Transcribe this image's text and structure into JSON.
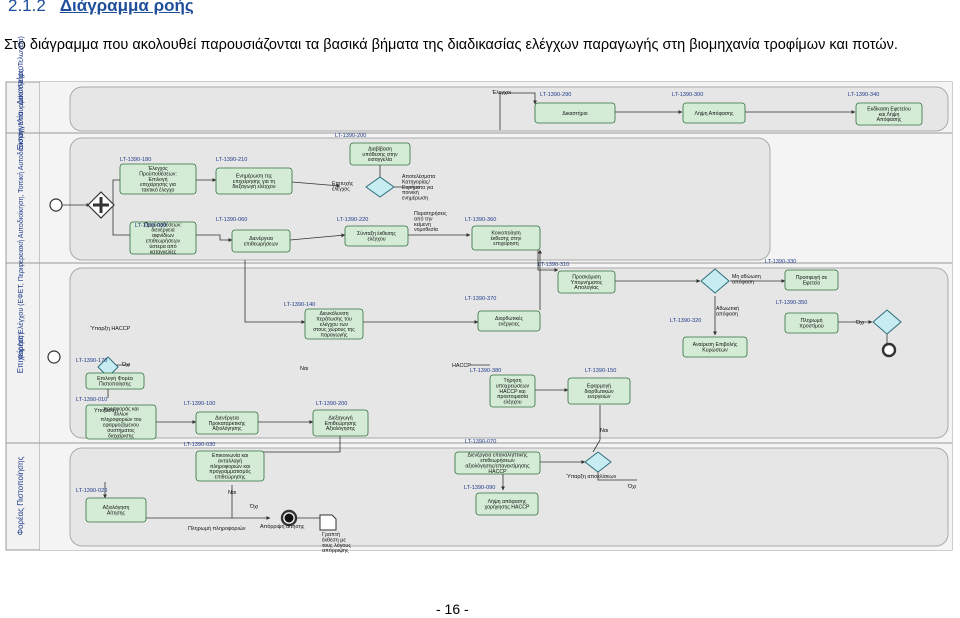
{
  "section": {
    "number": "2.1.2",
    "title": "Διάγραμμα ροής"
  },
  "intro": "Στο διάγραμμα που ακολουθεί παρουσιάζονται τα βασικά βήματα της διαδικασίας ελέγχων παραγωγής στη βιομηχανία τροφίμων και ποτών.",
  "page_number": "- 16 -",
  "colors": {
    "lane_label": "#1f3a8a",
    "task_fill": "#d4ecd6",
    "task_stroke": "#2f6f3b",
    "gateway_fill": "#c7ecf2",
    "code_text": "#1f3a8a",
    "pool_fill": "#ececec",
    "line": "#333333"
  },
  "lanes": [
    {
      "id": "lane1",
      "label": "Εισαγγελία - Δικαστήριο"
    },
    {
      "id": "lane2",
      "label": "Φορέας Ελέγχου (ΕΦΕΤ, Περιφερειακή Αυτοδιοίκηση, Τοπική Αυτοδιοίκηση, Υπουργείο Υγείας, Τελωνεία)"
    },
    {
      "id": "lane3",
      "label": "Επιχείρηση"
    },
    {
      "id": "lane4",
      "label": "Φορέας Πιστοποίησης"
    }
  ],
  "tasks": [
    {
      "id": "t_court",
      "lines": [
        "Δικαστήριο"
      ],
      "code": "LT-1390-290"
    },
    {
      "id": "t_decision",
      "lines": [
        "Λήψη Απόφασης"
      ],
      "code": "LT-1390-300"
    },
    {
      "id": "t_appeal",
      "lines": [
        "Εκδίκαση Εφετείου",
        "και Λήψη",
        "Απόφασης"
      ],
      "code": "LT-1390-340"
    },
    {
      "id": "t_conditions",
      "lines": [
        "Έλεγχος",
        "Προϋποθέσεων:",
        "Επιλογή",
        "επιχείρησης για",
        "τακτικό έλεγχο"
      ],
      "code": "LT-1390-180"
    },
    {
      "id": "t_notify",
      "lines": [
        "Ενημέρωση της",
        "επιχείρησης για τη",
        "διεξαγωγή ελέγχου"
      ],
      "code": "LT-1390-210"
    },
    {
      "id": "t_prosecutor",
      "lines": [
        "Διαβίβαση",
        "υπόθεσης στην",
        "εισαγγελία"
      ],
      "code": "LT-1390-200"
    },
    {
      "id": "t_extra",
      "lines": [
        "Προϋποθέσεων:",
        "διενέργεια",
        "αιφνίδιων",
        "επιθεωρήσεων",
        "ύστερα από",
        "καταγγελίες"
      ],
      "code": "LT-1390-080"
    },
    {
      "id": "t_inspect",
      "lines": [
        "Διενέργεια",
        "επιθεωρήσεων"
      ],
      "code": "LT-1390-060"
    },
    {
      "id": "t_report",
      "lines": [
        "Σύνταξη έκθεσης",
        "ελέγχου"
      ],
      "code": "LT-1390-220"
    },
    {
      "id": "t_send",
      "lines": [
        "Κοινοποίηση",
        "έκθεσης στην",
        "επιχείρηση"
      ],
      "code": "LT-1390-360"
    },
    {
      "id": "t_objections",
      "lines": [
        "Προσκόμιση",
        "Υπομνήματος",
        "Απολογίας"
      ],
      "code": "LT-1390-310"
    },
    {
      "id": "t_appeal_court",
      "lines": [
        "Προσφυγή σε",
        "Εφετείο"
      ],
      "code": "LT-1390-330"
    },
    {
      "id": "t_facilitate",
      "lines": [
        "Διευκόλυνση",
        "περάτωσης του",
        "ελέγχου των",
        "στους χώρους της",
        "παραγωγής"
      ],
      "code": "LT-1390-140"
    },
    {
      "id": "t_correct",
      "lines": [
        "Διορθωτικές",
        "ενέργειες"
      ],
      "code": "LT-1390-370"
    },
    {
      "id": "t_fine",
      "lines": [
        "Πληρωμή",
        "προστίμου"
      ],
      "code": "LT-1390-350"
    },
    {
      "id": "t_revoke",
      "lines": [
        "Αναίρεση Επιβολής",
        "Κυρώσεων"
      ],
      "code": "LT-1390-320"
    },
    {
      "id": "t_choose",
      "lines": [
        "Επιλογή Φορέα",
        "Πιστοποίησης"
      ],
      "code": "LT-1390-170"
    },
    {
      "id": "t_documents",
      "lines": [
        "προσφοράς και",
        "άλλων",
        "πληροφοριών του",
        "εφαρμοζόμενου",
        "συστήματος",
        "διαχείρισης"
      ],
      "code": "LT-1390-010"
    },
    {
      "id": "t_haccp_keep",
      "lines": [
        "Τήρηση",
        "υποχρεώσεων",
        "HACCP και",
        "προετοιμασία",
        "ελέγχου"
      ],
      "code": "LT-1390-380"
    },
    {
      "id": "t_apply",
      "lines": [
        "Εφαρμογή",
        "διορθωτικών",
        "ενεργειών"
      ],
      "code": "LT-1390-150"
    },
    {
      "id": "t_precheck",
      "lines": [
        "Διενέργεια",
        "Προκαταρκτικής",
        "Αξιολόγησης"
      ],
      "code": "LT-1390-100"
    },
    {
      "id": "t_eval",
      "lines": [
        "Διεξαγωγή",
        "Επιθεώρησης",
        "Αξιολόγησης"
      ],
      "code": "LT-1390-200"
    },
    {
      "id": "t_exchange",
      "lines": [
        "Επικοινωνία και",
        "ανταλλαγή",
        "πληροφοριών και",
        "προγραμματισμός",
        "επιθεώρησης"
      ],
      "code": "LT-1390-030"
    },
    {
      "id": "t_reinspect",
      "lines": [
        "Διενέργεια επαναληπτικής",
        "επιθεωρήσεων",
        "αξιολόγησης/επανεκτίμησης",
        "HACCP"
      ],
      "code": "LT-1390-070"
    },
    {
      "id": "t_request",
      "lines": [
        "Αξιολόγηση",
        "Αίτησης"
      ],
      "code": "LT-1390-020"
    },
    {
      "id": "t_certificate",
      "lines": [
        "Λήψη απόφασης",
        "χορήγησης HACCP"
      ],
      "code": "LT-1390-090"
    }
  ],
  "gateway_labels": [
    {
      "id": "g_label_1",
      "lines": [
        "Επιτυχής",
        "έλεγχος"
      ]
    },
    {
      "id": "g_label_2",
      "lines": [
        "Αποτελέσματα",
        "Κατηγορίας/",
        "Ευρήματα για",
        "ποινική",
        "ενημέρωση"
      ]
    },
    {
      "id": "g_label_3",
      "lines": [
        "Παρατηρήσεις",
        "από την",
        "κείμενη",
        "νομοθεσία"
      ]
    },
    {
      "id": "g_label_4",
      "lines": [
        "Μη αθώωση",
        "απόφαση"
      ]
    },
    {
      "id": "g_label_5",
      "lines": [
        "Αθωωτική",
        "απόφαση"
      ]
    }
  ],
  "edge_labels": [
    {
      "id": "l_elegxoi",
      "text": "Έλεγχοι"
    },
    {
      "id": "l_haccp_exists",
      "text": "Ύπαρξη HACCP"
    },
    {
      "id": "l_ochi_1",
      "text": "Όχι"
    },
    {
      "id": "l_nai_1",
      "text": "Ναι"
    },
    {
      "id": "l_haccp",
      "text": "HACCP"
    },
    {
      "id": "l_ochi_2",
      "text": "Όχι"
    },
    {
      "id": "l_nai_2",
      "text": "Ναι"
    },
    {
      "id": "l_nai_3",
      "text": "Ναι"
    },
    {
      "id": "l_ochi_3",
      "text": "Όχι"
    },
    {
      "id": "l_ochi_4",
      "text": "Όχι"
    },
    {
      "id": "l_exceptions",
      "text": "Ύπαρξη αποκλίσεων"
    },
    {
      "id": "l_ypovoli",
      "text": "Υποβολή"
    },
    {
      "id": "l_info_pay",
      "text": "Πληρωμή πληροφοριών"
    },
    {
      "id": "l_reject",
      "text": "Απόρριψη αίτησης"
    },
    {
      "id": "l_written",
      "lines": [
        "Γραπτή",
        "έκθεση με",
        "τους λόγους",
        "απόρριψης"
      ]
    }
  ]
}
